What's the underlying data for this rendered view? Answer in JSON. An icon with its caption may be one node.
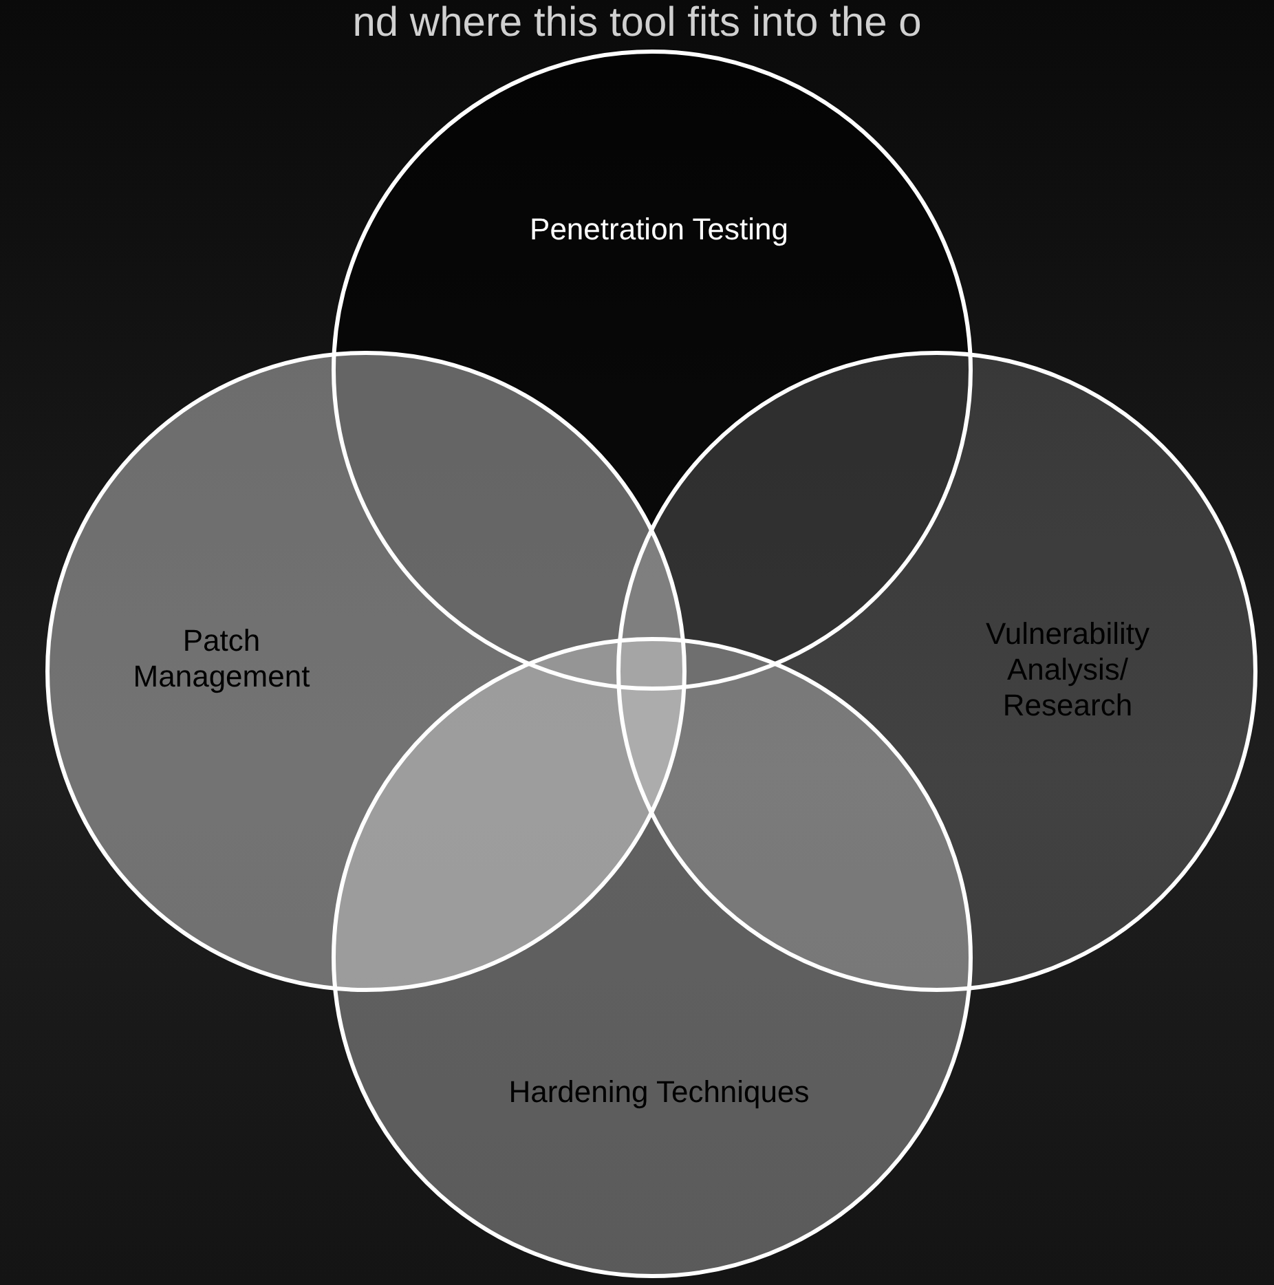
{
  "diagram": {
    "title": "nd where this tool fits into the o",
    "nodes": [
      {
        "text": [
          "Penetration Testing"
        ]
      },
      {
        "text": [
          "Patch Management"
        ]
      },
      {
        "text": [
          "Vulnerability Analysis/ Research"
        ]
      },
      {
        "text": [
          "Hardening Techniques"
        ]
      }
    ]
  }
}
